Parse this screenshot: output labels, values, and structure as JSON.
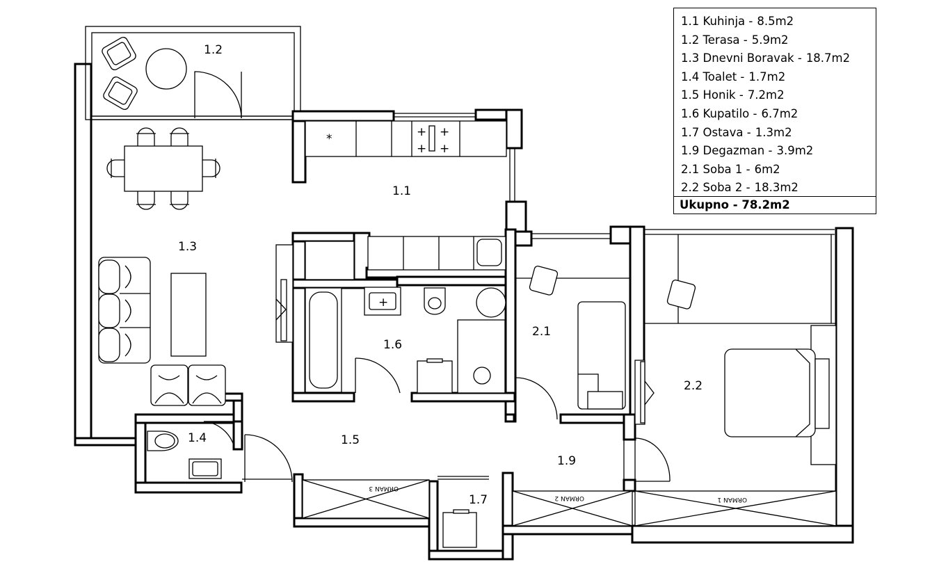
{
  "rooms": [
    {
      "id": "1.1",
      "label": "1.1"
    },
    {
      "id": "1.2",
      "label": "1.2"
    },
    {
      "id": "1.3",
      "label": "1.3"
    },
    {
      "id": "1.4",
      "label": "1.4"
    },
    {
      "id": "1.5",
      "label": "1.5"
    },
    {
      "id": "1.6",
      "label": "1.6"
    },
    {
      "id": "1.7",
      "label": "1.7"
    },
    {
      "id": "1.9",
      "label": "1.9"
    },
    {
      "id": "2.1",
      "label": "2.1"
    },
    {
      "id": "2.2",
      "label": "2.2"
    }
  ],
  "wardrobes": [
    "ORMAN 3",
    "ORMAN 2",
    "ORMAN 1"
  ],
  "legend": {
    "items": [
      {
        "code": "1.1",
        "name": "Kuhinja -",
        "area": "8.5m2"
      },
      {
        "code": "1.2",
        "name": "Terasa -",
        "area": "5.9m2"
      },
      {
        "code": "1.3",
        "name": "Dnevni Boravak -",
        "area": "18.7m2"
      },
      {
        "code": "1.4",
        "name": "Toalet -",
        "area": "1.7m2"
      },
      {
        "code": "1.5",
        "name": "Honik -",
        "area": "7.2m2"
      },
      {
        "code": "1.6",
        "name": "Kupatilo -",
        "area": "6.7m2"
      },
      {
        "code": "1.7",
        "name": "Ostava -",
        "area": "1.3m2"
      },
      {
        "code": "1.9",
        "name": "Degazman -",
        "area": "3.9m2"
      },
      {
        "code": "2.1",
        "name": "Soba 1 -",
        "area": "6m2"
      },
      {
        "code": "2.2",
        "name": "Soba 2 -",
        "area": "18.3m2"
      }
    ],
    "total": "Ukupno - 78.2m2"
  },
  "colors": {
    "line": "#000000",
    "background": "#ffffff"
  },
  "icons": [
    "sink-icon",
    "toilet-icon",
    "bathtub-icon",
    "stove-icon",
    "bed-icon",
    "sofa-icon",
    "chair-icon",
    "table-icon",
    "door-icon"
  ]
}
